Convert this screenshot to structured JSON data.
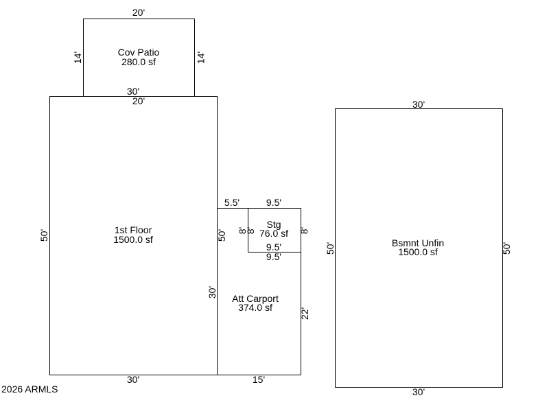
{
  "rooms": {
    "cov_patio": {
      "name": "Cov Patio",
      "area": "280.0 sf"
    },
    "first_floor": {
      "name": "1st Floor",
      "area": "1500.0 sf"
    },
    "storage": {
      "name": "Stg",
      "area": "76.0 sf"
    },
    "carport": {
      "name": "Att Carport",
      "area": "374.0 sf"
    },
    "basement": {
      "name": "Bsmnt Unfin",
      "area": "1500.0 sf"
    }
  },
  "dims": {
    "patio_top": "20'",
    "patio_left": "14'",
    "patio_right": "14'",
    "patio_bottom": "20'",
    "floor_top": "30'",
    "floor_left": "50'",
    "floor_right": "50'",
    "floor_bottom": "30'",
    "floor_right_lower": "30'",
    "carport_top_left": "5.5'",
    "storage_top": "9.5'",
    "storage_left_outer": "8'",
    "storage_left_inner": "8'",
    "storage_right": "8'",
    "storage_bottom": "9.5'",
    "carport_top_right": "9.5'",
    "carport_right": "22'",
    "carport_bottom": "15'",
    "basement_top": "30'",
    "basement_left": "50'",
    "basement_right": "50'",
    "basement_bottom": "30'"
  },
  "footer": {
    "copyright": "2026 ARMLS"
  },
  "colors": {
    "line": "#000000",
    "background": "#ffffff"
  }
}
